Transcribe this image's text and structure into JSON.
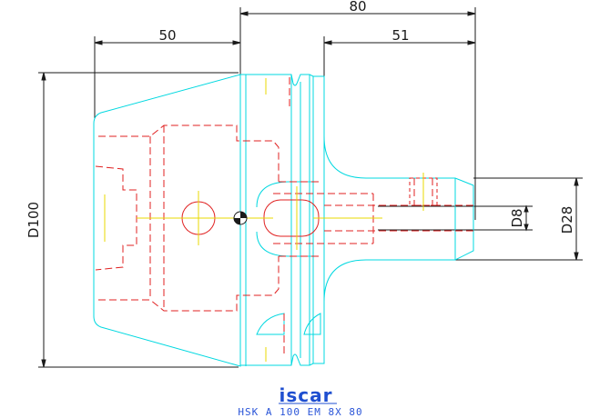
{
  "dimensions": {
    "overall_length": "80",
    "gauge_length": "50",
    "extension_length": "51",
    "body_diameter": "D100",
    "nose_diameter": "D28",
    "bore_diameter": "D8"
  },
  "logo": {
    "text": "iscar"
  },
  "caption": "HSK A 100 EM 8X 80",
  "colors": {
    "outline": "#00d8e0",
    "hidden": "#e02020",
    "dimension": "#1a1a1a",
    "centerline": "#e8d800",
    "brand": "#1f4fd0"
  }
}
